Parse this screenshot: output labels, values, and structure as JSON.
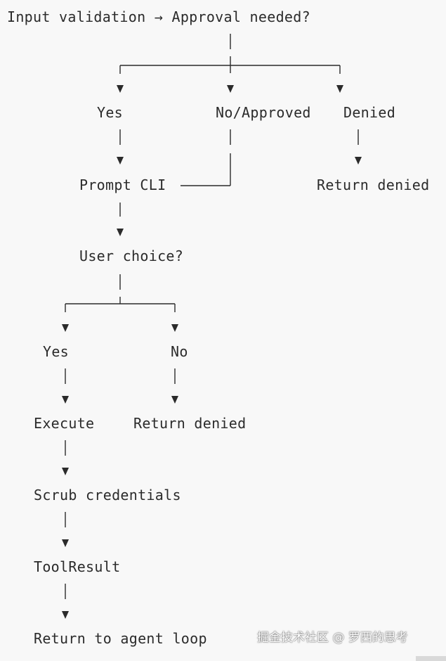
{
  "diagram": {
    "root": "Input validation → Approval needed?",
    "branch_yes": "Yes",
    "branch_no_approved": "No/Approved",
    "branch_denied": "Denied",
    "prompt_cli": "Prompt CLI",
    "return_denied_1": "Return denied",
    "user_choice": "User choice?",
    "choice_yes": "Yes",
    "choice_no": "No",
    "execute": "Execute",
    "return_denied_2": "Return denied",
    "scrub": "Scrub credentials",
    "tool_result": "ToolResult",
    "return_loop": "Return to agent loop"
  },
  "watermark": {
    "text": "掘金技术社区 @ 罗西的思考"
  }
}
